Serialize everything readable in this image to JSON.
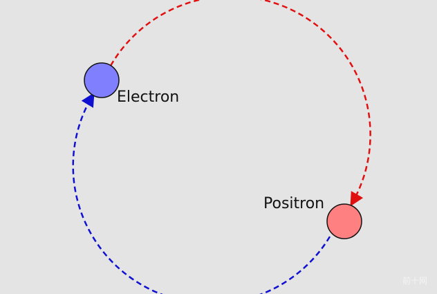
{
  "labels": {
    "electron": "Electron",
    "positron": "Positron"
  },
  "watermark": "前十网",
  "colors": {
    "electron": "#8080ff",
    "positron": "#ff8080",
    "path_to_positron": "#e01010",
    "path_to_electron": "#1010d0",
    "background": "#e4e4e4"
  }
}
